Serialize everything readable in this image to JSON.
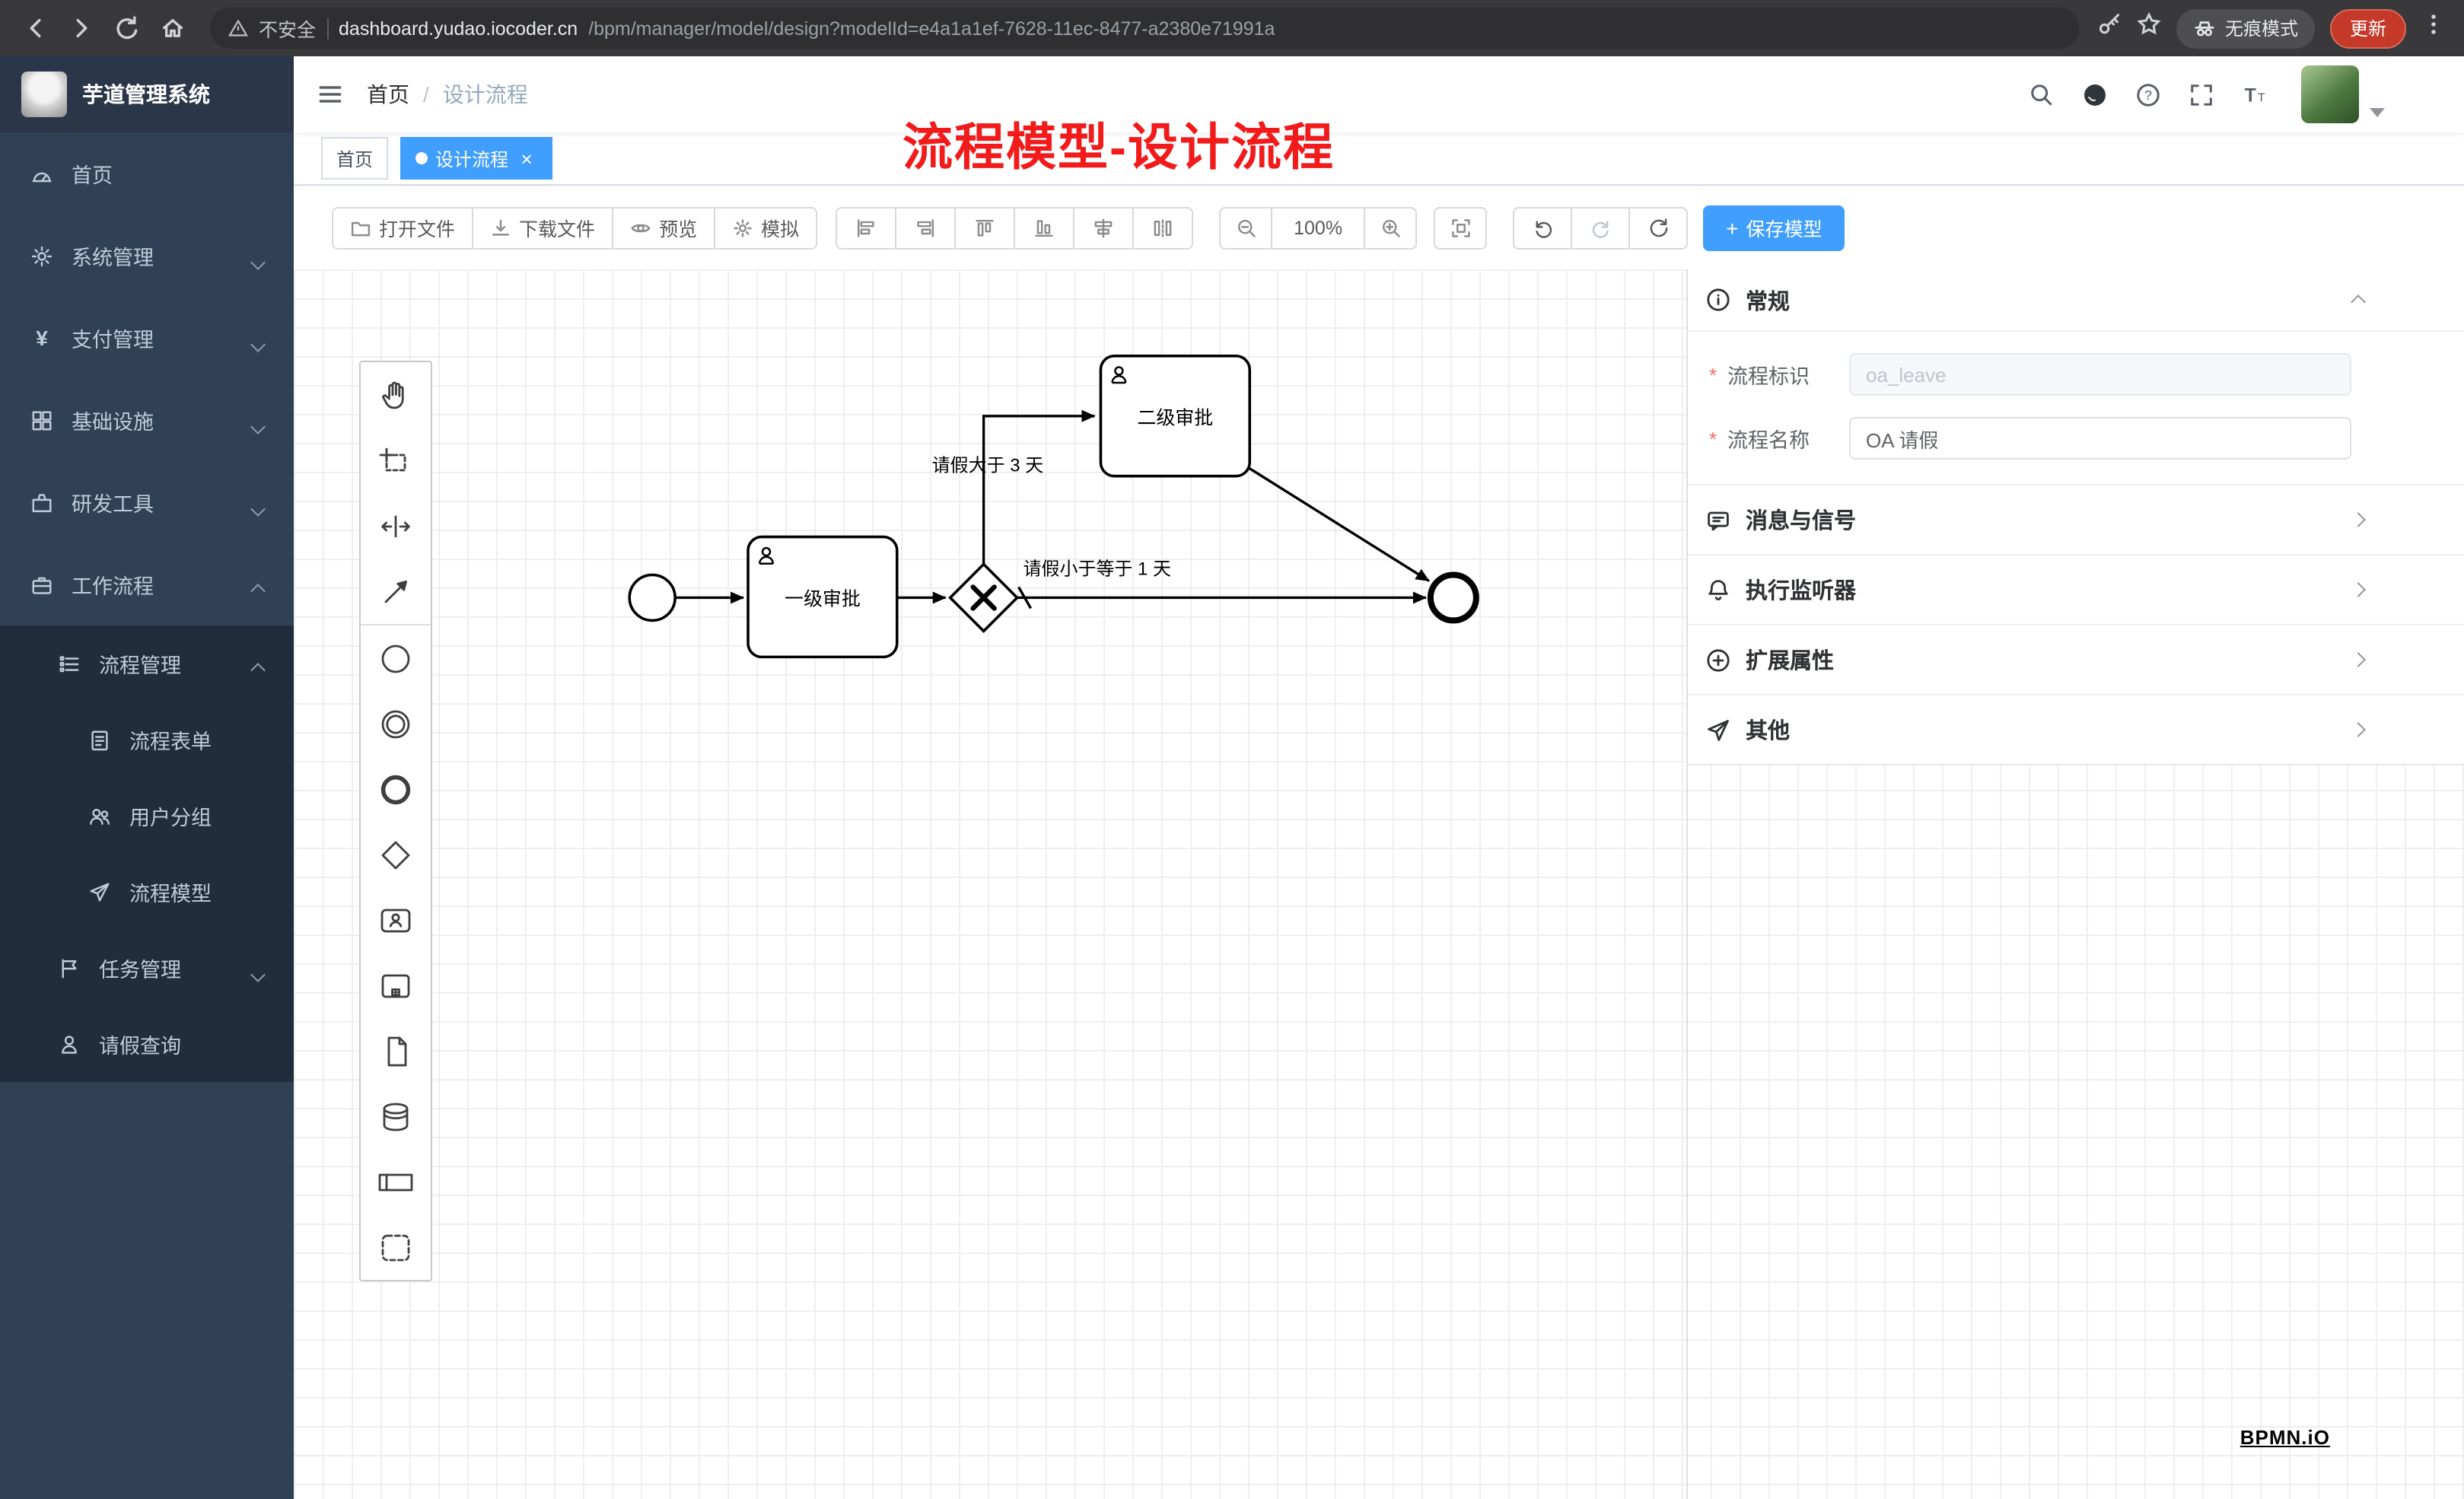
{
  "browser": {
    "not_secure": "不安全",
    "url_host": "dashboard.yudao.iocoder.cn",
    "url_path": "/bpm/manager/model/design?modelId=e4a1a1ef-7628-11ec-8477-a2380e71991a",
    "incognito_label": "无痕模式",
    "update_label": "更新"
  },
  "sidebar": {
    "app_title": "芋道管理系统",
    "items": [
      {
        "label": "首页"
      },
      {
        "label": "系统管理"
      },
      {
        "label": "支付管理"
      },
      {
        "label": "基础设施"
      },
      {
        "label": "研发工具"
      },
      {
        "label": "工作流程"
      }
    ],
    "workflow_children": [
      {
        "label": "流程管理"
      },
      {
        "label": "流程表单"
      },
      {
        "label": "用户分组"
      },
      {
        "label": "流程模型"
      },
      {
        "label": "任务管理"
      },
      {
        "label": "请假查询"
      }
    ],
    "payment_glyph": "¥"
  },
  "navbar": {
    "breadcrumb_home": "首页",
    "breadcrumb_sep": "/",
    "breadcrumb_current": "设计流程"
  },
  "annotation": "流程模型-设计流程",
  "tags": {
    "home": "首页",
    "active": "设计流程",
    "close": "×"
  },
  "toolbar": {
    "open_file": "打开文件",
    "download_file": "下载文件",
    "preview": "预览",
    "simulate": "模拟",
    "zoom_level": "100%",
    "plus": "+",
    "save_model": "保存模型"
  },
  "diagram": {
    "task1": "一级审批",
    "task2": "二级审批",
    "flow_gt": "请假大于 3 天",
    "flow_le": "请假小于等于 1 天"
  },
  "properties": {
    "general": "常规",
    "required_mark": "*",
    "process_key_label": "流程标识",
    "process_key_value": "oa_leave",
    "process_name_label": "流程名称",
    "process_name_value": "OA 请假",
    "sections": [
      {
        "label": "消息与信号"
      },
      {
        "label": "执行监听器"
      },
      {
        "label": "扩展属性"
      },
      {
        "label": "其他"
      }
    ]
  },
  "watermark": "BPMN.iO",
  "colors": {
    "accent_blue": "#409eff",
    "annotation_red": "#f21b1b",
    "sidebar_bg": "#304156",
    "sidebar_sub_bg": "#1f2d3d",
    "save_button": "#409eff",
    "update_button": "#c53929"
  }
}
